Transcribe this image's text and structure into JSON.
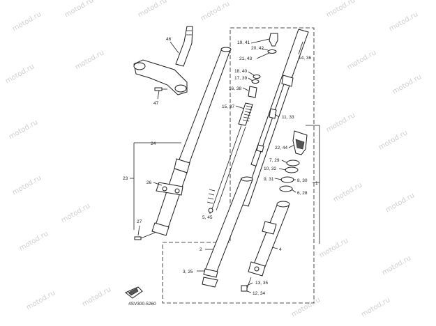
{
  "watermark": "motod.ru",
  "figure_code": "4SV300-5260",
  "labels": {
    "p46": "46",
    "p47": "47",
    "p24": "24",
    "p23": "23",
    "p26": "26",
    "p27": "27",
    "p19_41": "19, 41",
    "p20_42": "20, 42",
    "p21_43": "21, 43",
    "p14_36": "14, 36",
    "p18_40": "18, 40",
    "p17_39": "17, 39",
    "p16_38": "16, 38",
    "p15_37": "15, 37",
    "p11_33": "11, 33",
    "p22_44": "22, 44",
    "p7_29": "7, 29",
    "p10_32": "10, 32",
    "p9_31": "9, 31",
    "p8_30": "8, 30",
    "p6_28": "6, 28",
    "p1": "1",
    "p5_45": "5, 45",
    "p2": "2",
    "p3_25": "3, 25",
    "p4": "4",
    "p13_35": "13, 35",
    "p12_34": "12, 34"
  }
}
